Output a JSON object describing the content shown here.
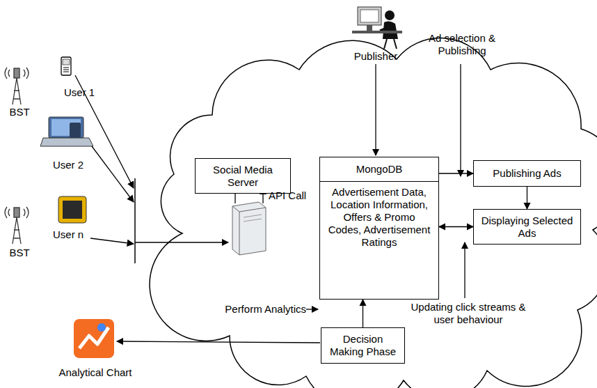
{
  "diagram": {
    "nodes": [
      {
        "text": [
          "Social Media Server"
        ]
      },
      {
        "text": [
          "MongoDB",
          "Advertisement Data, Location Information, Offers & Promo Codes, Advertisement Ratings"
        ]
      },
      {
        "text": [
          "Publishing Ads"
        ]
      },
      {
        "text": [
          "Displaying Selected Ads"
        ]
      },
      {
        "text": [
          "Decision Making Phase"
        ]
      }
    ],
    "edges": [
      {
        "from": 1,
        "to": 2,
        "arrow": "to"
      },
      {
        "from": 2,
        "to": 3,
        "arrow": "to"
      },
      {
        "from": 3,
        "to": 1,
        "arrow": "both"
      },
      {
        "from": 4,
        "to": 1,
        "arrow": "to"
      }
    ],
    "labels": [
      "BST",
      "User 1",
      "User 2",
      "BST",
      "User n",
      "Publisher",
      "Ad selection & Publishing",
      "API Call",
      "Perform Analytics",
      "Updating click streams & user behaviour",
      "Analytical Chart"
    ]
  }
}
